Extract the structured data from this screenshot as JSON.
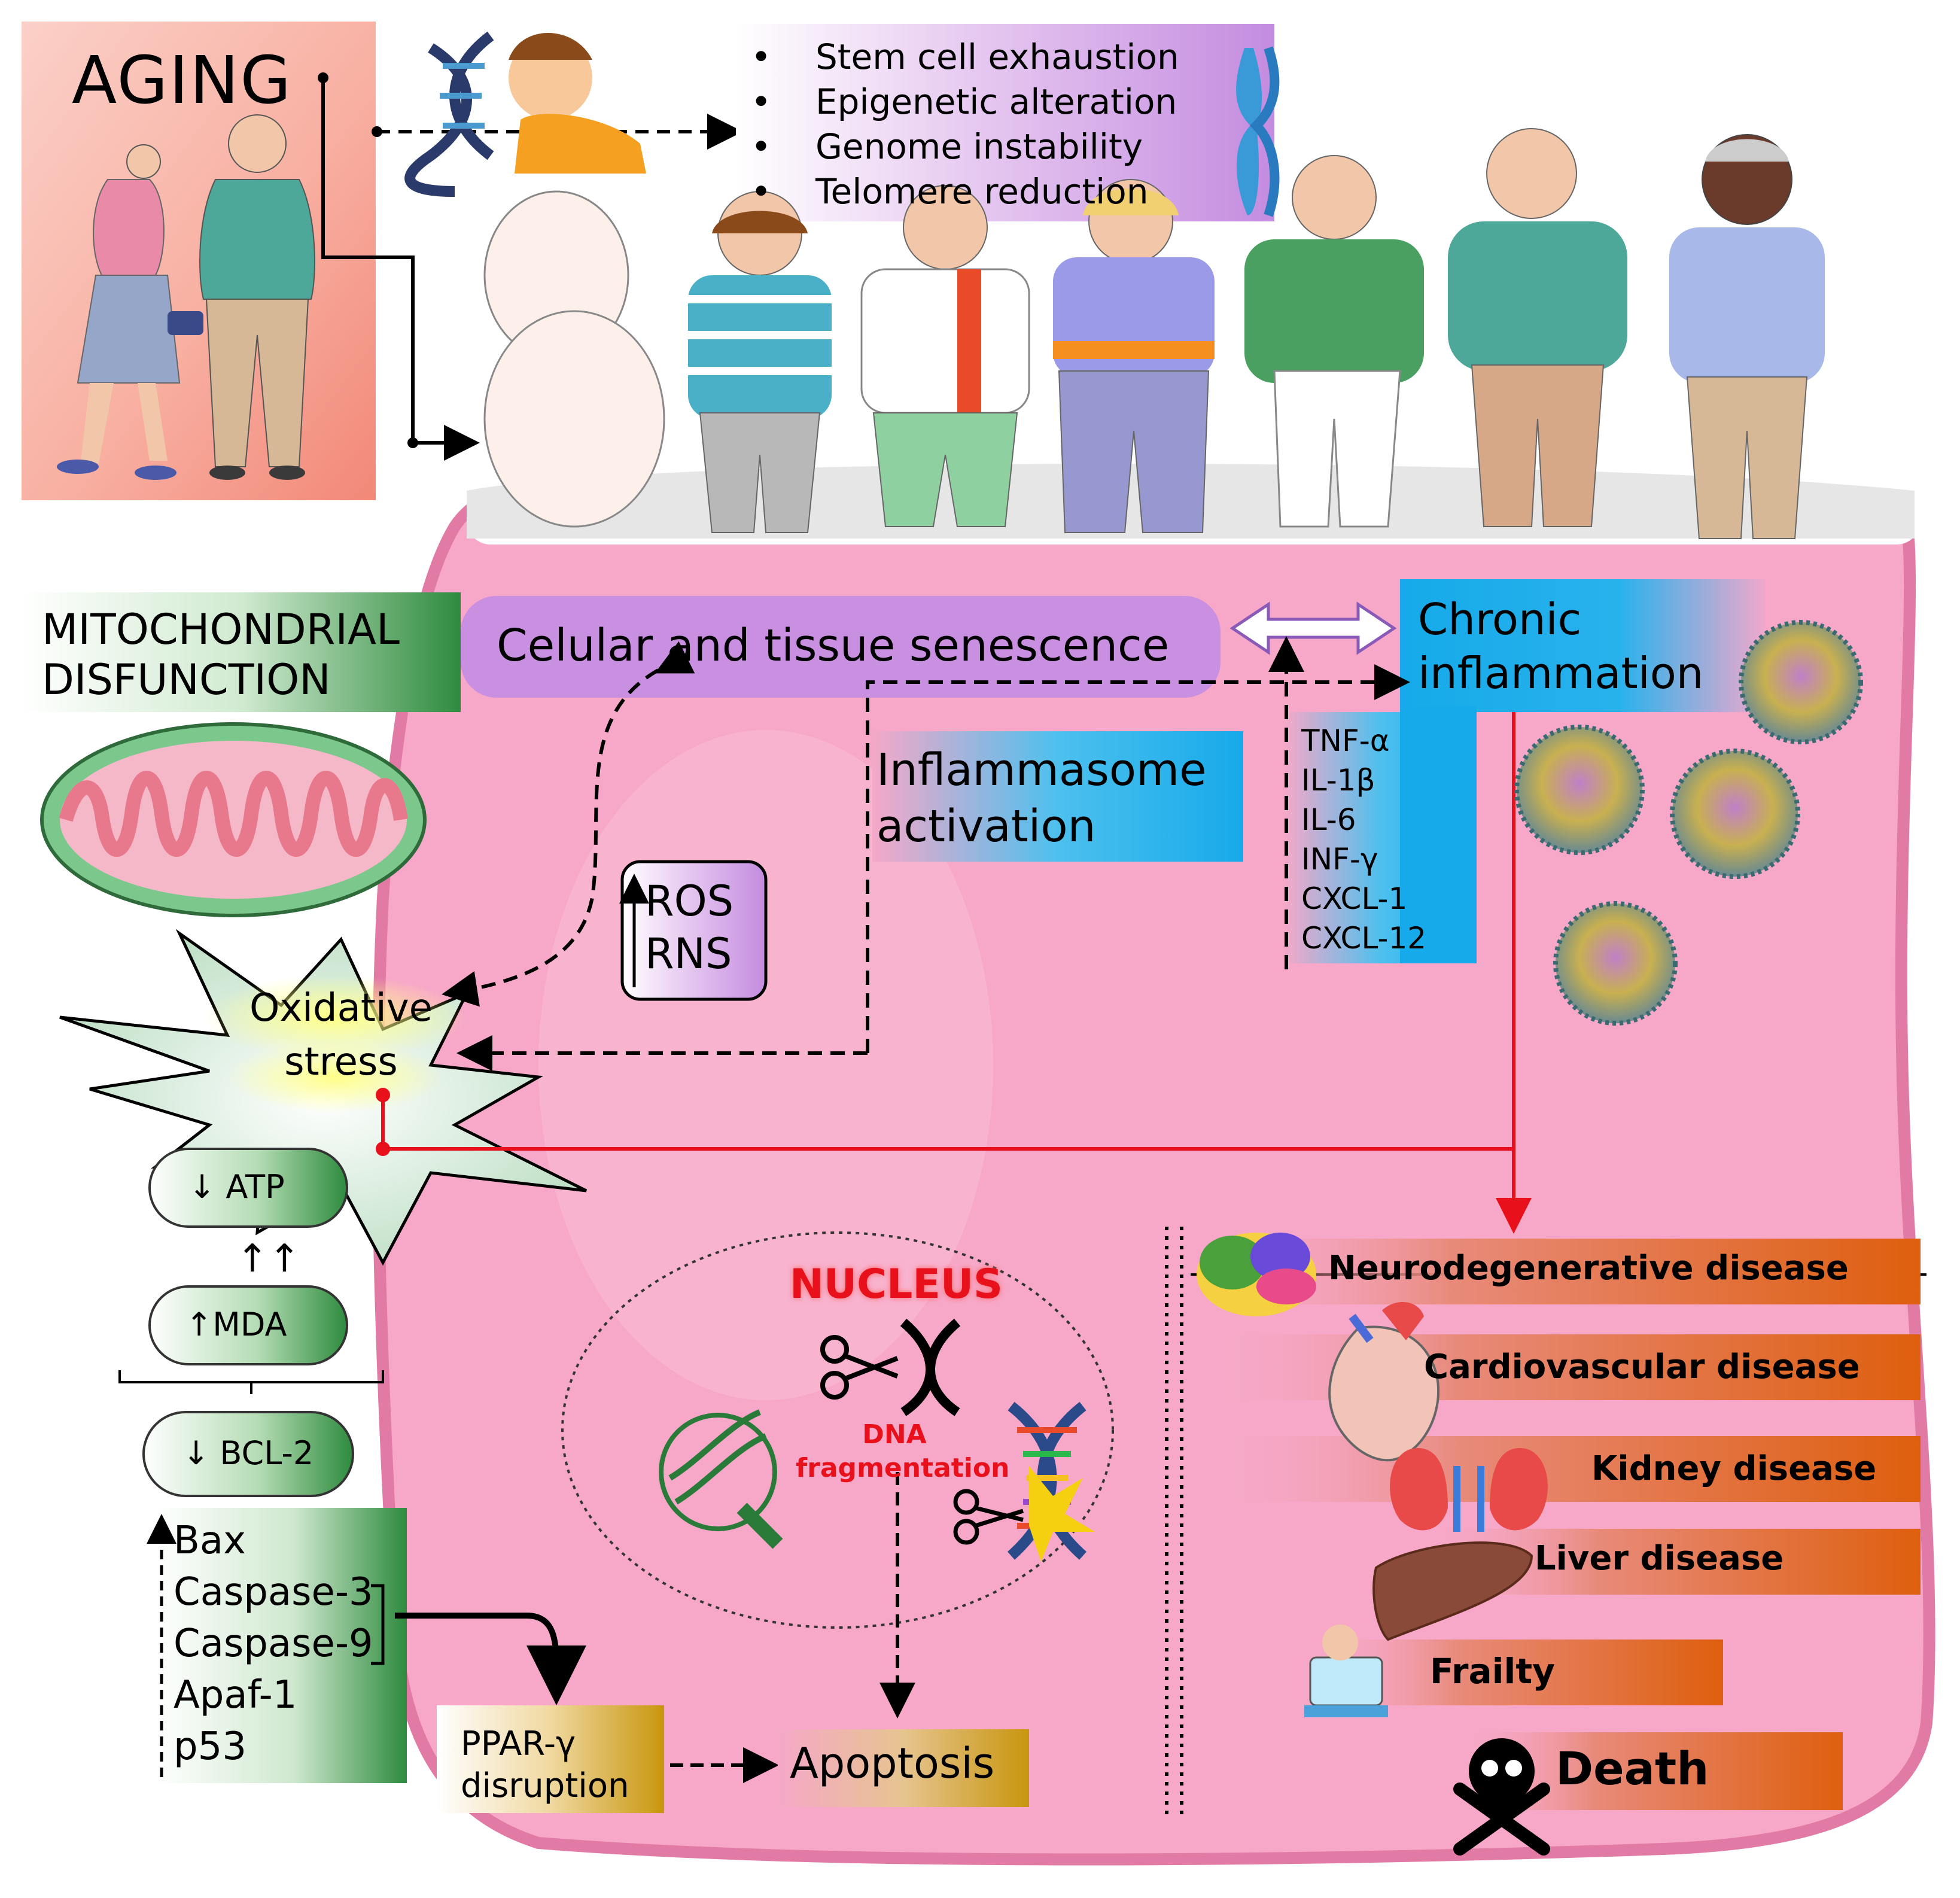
{
  "aging": {
    "title": "AGING",
    "hallmarks": [
      "Stem cell exhaustion",
      "Epigenetic alteration",
      "Genome instability",
      "Telomere reduction"
    ]
  },
  "mito": {
    "title_line1": "MITOCHONDRIAL",
    "title_line2": "DISFUNCTION"
  },
  "senescence": "Celular and tissue senescence",
  "chronic": {
    "line1": "Chronic",
    "line2": "inflammation",
    "cytokines": [
      "TNF-α",
      "IL-1β",
      "IL-6",
      "INF-γ",
      "CXCL-1",
      "CXCL-12"
    ]
  },
  "inflammasome": {
    "line1": "Inflammasome",
    "line2": "activation"
  },
  "ros": {
    "line1": "ROS",
    "line2": "RNS"
  },
  "oxidative": {
    "line1": "Oxidative",
    "line2": "stress"
  },
  "markers": {
    "atp": "↓ ATP",
    "arrows": "↑↑",
    "mda": "↑MDA",
    "bcl2": "↓ BCL-2",
    "apoptotic": [
      "Bax",
      "Caspase-3",
      "Caspase-9",
      "Apaf-1",
      "p53"
    ]
  },
  "nucleus": {
    "title": "NUCLEUS",
    "dna_line1": "DNA",
    "dna_line2": "fragmentation"
  },
  "ppar": {
    "line1": "PPAR-γ",
    "line2": "disruption"
  },
  "apoptosis": "Apoptosis",
  "diseases": [
    "Neurodegenerative disease",
    "Cardiovascular disease",
    "Kidney disease",
    "Liver disease",
    "Frailty",
    "Death"
  ],
  "colors": {
    "cell_fill": "#f7a8c8",
    "cell_stroke": "#e06a9c",
    "aging_panel": "#f59a8a",
    "senescence_box": "#c98fe0",
    "inflammation_box": "#1ab0ec",
    "mito_green": "#2e8b3e",
    "disease_orange": "#de5f0e",
    "red_arrow": "#e8101a"
  }
}
